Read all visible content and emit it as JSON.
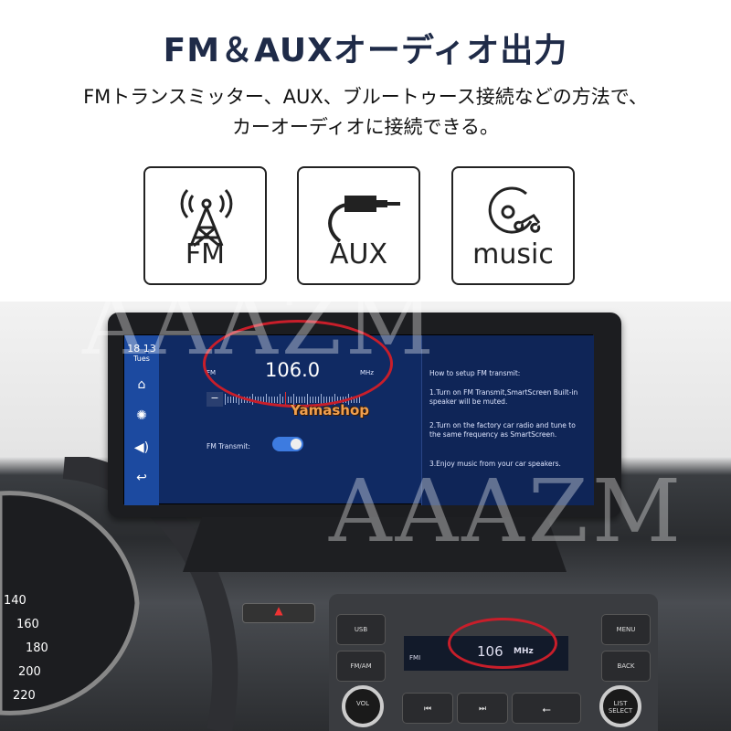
{
  "header": {
    "title": "FM＆AUXオーディオ出力",
    "subtitle_line1": "FMトランスミッター、AUX、ブルートゥース接続などの方法で、",
    "subtitle_line2": "カーオーディオに接続できる。"
  },
  "features": [
    {
      "icon": "radio-tower-icon",
      "label": "FM"
    },
    {
      "icon": "aux-cable-icon",
      "label": "AUX"
    },
    {
      "icon": "music-disc-icon",
      "label": "music"
    }
  ],
  "watermark": "AAAZM",
  "device": {
    "time": "18 13",
    "day": "Tues",
    "sidebar_icons": [
      "home-icon",
      "brightness-icon",
      "volume-icon",
      "back-icon"
    ],
    "band": "FM",
    "frequency": "106.0",
    "unit": "MHz",
    "minus": "−",
    "fm_transmit_label": "FM Transmit:",
    "fm_transmit_on": true,
    "instructions": [
      "How to setup FM transmit:",
      "1.Turn on FM Transmit,SmartScreen Built-in speaker will be muted.",
      "2.Turn on the factory car radio and tune to the same frequency as SmartScreen.",
      "3.Enjoy music from your car speakers."
    ]
  },
  "overlay_text": "Yamashop",
  "car_radio": {
    "frequency": "106",
    "unit": "MHz",
    "band_indicator": "FMI",
    "buttons": [
      "USB",
      "FM/AM",
      "MENU",
      "BACK",
      "VOL",
      "LIST SELECT"
    ]
  },
  "gauge_ticks": [
    "140",
    "160",
    "180",
    "200",
    "220"
  ],
  "colors": {
    "title": "#1f2b48",
    "screen": "#102a63",
    "highlight": "#c81e2a",
    "toggle": "#3d7be0"
  }
}
